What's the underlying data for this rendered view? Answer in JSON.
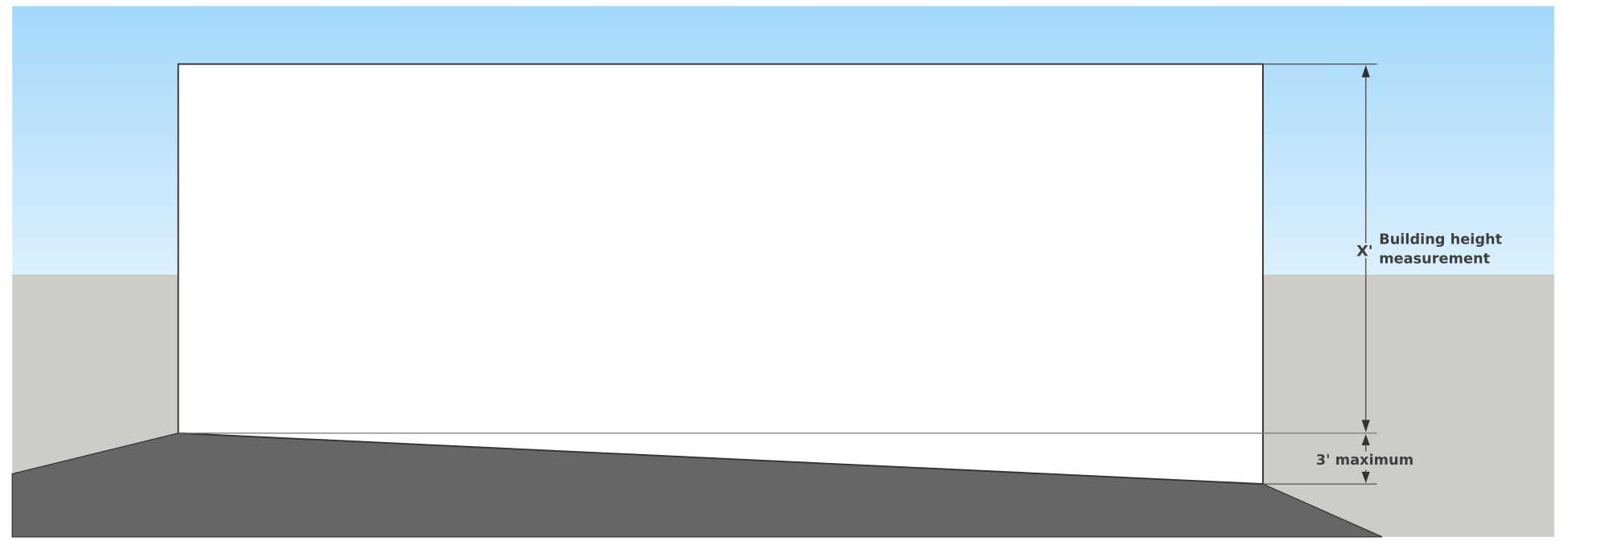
{
  "diagram": {
    "height_symbol": "X'",
    "height_label_line1": "Building height",
    "height_label_line2": "measurement",
    "grade_label": "3' maximum"
  },
  "colors": {
    "sky_top": "#a3d8fb",
    "sky_bottom": "#dcf0fc",
    "background_ground": "#cccdc9",
    "foreground_ground": "#666666",
    "wall": "#ffffff",
    "lines": "#3f3f3f"
  }
}
